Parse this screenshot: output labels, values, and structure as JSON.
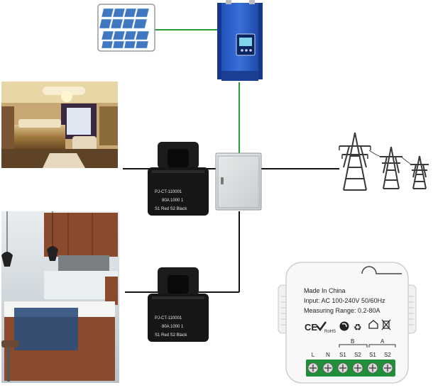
{
  "colors": {
    "wire_dc": "#2a9d3a",
    "wire_ac": "#111111",
    "inverter_body": "#2f5fc8",
    "panel_cell": "#3f78c0",
    "meter_body": "#f7f7f7",
    "terminal_green": "#1f8f3a"
  },
  "solar_panel": {
    "icon": "solar-panel-icon"
  },
  "inverter": {
    "icon": "grid-tie-inverter-icon"
  },
  "house_images": {
    "bedroom": "bedroom-photo",
    "kitchen": "kitchen-photo"
  },
  "distribution_box": {
    "icon": "distribution-box-icon"
  },
  "grid": {
    "icon": "power-transmission-tower-icon"
  },
  "ct_clamp_top": {
    "model": "PJ-CT-110001",
    "rating": "80A 1000 1",
    "wiring": "S1 Red S2 Black"
  },
  "ct_clamp_bottom": {
    "model": "PJ-CT-110001",
    "rating": "80A 1000 1",
    "wiring": "S1 Red S2 Black"
  },
  "energy_meter": {
    "line1": "Made In China",
    "line2": "Input: AC 100-240V 50/60Hz",
    "line3": "Measuring Range: 0.2-80A",
    "cert_icons": [
      "ce-mark-icon",
      "check-mark-icon",
      "rohs-icon",
      "recycle-arrow-icon",
      "recycle-icon",
      "house-icon",
      "weee-bin-icon"
    ],
    "rohs_text": "RoHS",
    "group_b": "B",
    "group_a": "A",
    "terminals": [
      "L",
      "N",
      "S1",
      "S2",
      "S1",
      "S2"
    ]
  }
}
